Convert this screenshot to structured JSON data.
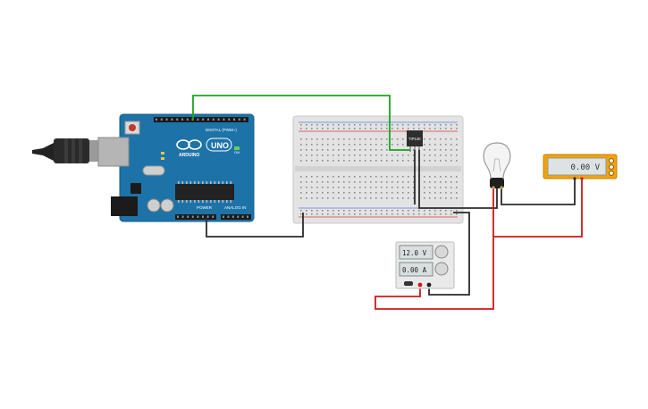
{
  "arduino": {
    "brand": "ARDUINO",
    "model": "UNO",
    "digital_header_label": "DIGITAL (PWM~)",
    "power_header_label": "POWER",
    "analog_header_label": "ANALOG IN",
    "on_label": "ON"
  },
  "transistor": {
    "label": "TIP120"
  },
  "power_supply": {
    "voltage": "12.0 V",
    "current": "0.00 A"
  },
  "multimeter": {
    "reading": "0.00 V"
  },
  "colors": {
    "arduino_blue": "#1d73a8",
    "breadboard": "#e3e3e3",
    "wire_green": "#1aa51f",
    "wire_black": "#2b2b2b",
    "wire_red": "#d01818",
    "meter_body": "#f3a20c"
  },
  "icons": {
    "usb_cable": "usb-cable-icon",
    "bulb": "light-bulb-icon",
    "reset": "reset-button-icon"
  }
}
